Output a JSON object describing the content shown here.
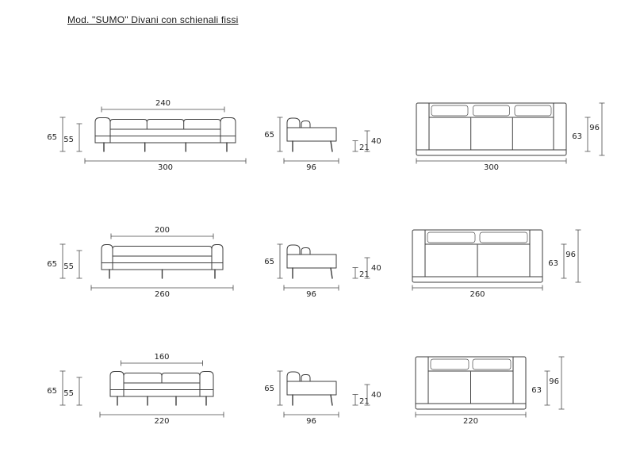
{
  "title": "Mod. \"SUMO\" Divani con schienali fissi",
  "colors": {
    "line": "#3d3d3d",
    "dimension_line": "#4a4a4a",
    "text": "#1f1f1f",
    "background": "#ffffff"
  },
  "rows": [
    {
      "model": "sofa-300",
      "front": {
        "seat_width": "240",
        "overall_width": "300",
        "total_height": "65",
        "back_height": "55"
      },
      "side": {
        "height": "65",
        "depth": "96",
        "clearance_height": "21",
        "seat_height": "40"
      },
      "plan": {
        "width": "300",
        "seat_depth": "63",
        "total_depth": "96"
      }
    },
    {
      "model": "sofa-260",
      "front": {
        "seat_width": "200",
        "overall_width": "260",
        "total_height": "65",
        "back_height": "55"
      },
      "side": {
        "height": "65",
        "depth": "96",
        "clearance_height": "21",
        "seat_height": "40"
      },
      "plan": {
        "width": "260",
        "seat_depth": "63",
        "total_depth": "96"
      }
    },
    {
      "model": "sofa-220",
      "front": {
        "seat_width": "160",
        "overall_width": "220",
        "total_height": "65",
        "back_height": "55"
      },
      "side": {
        "height": "65",
        "depth": "96",
        "clearance_height": "21",
        "seat_height": "40"
      },
      "plan": {
        "width": "220",
        "seat_depth": "63",
        "total_depth": "96"
      }
    }
  ]
}
